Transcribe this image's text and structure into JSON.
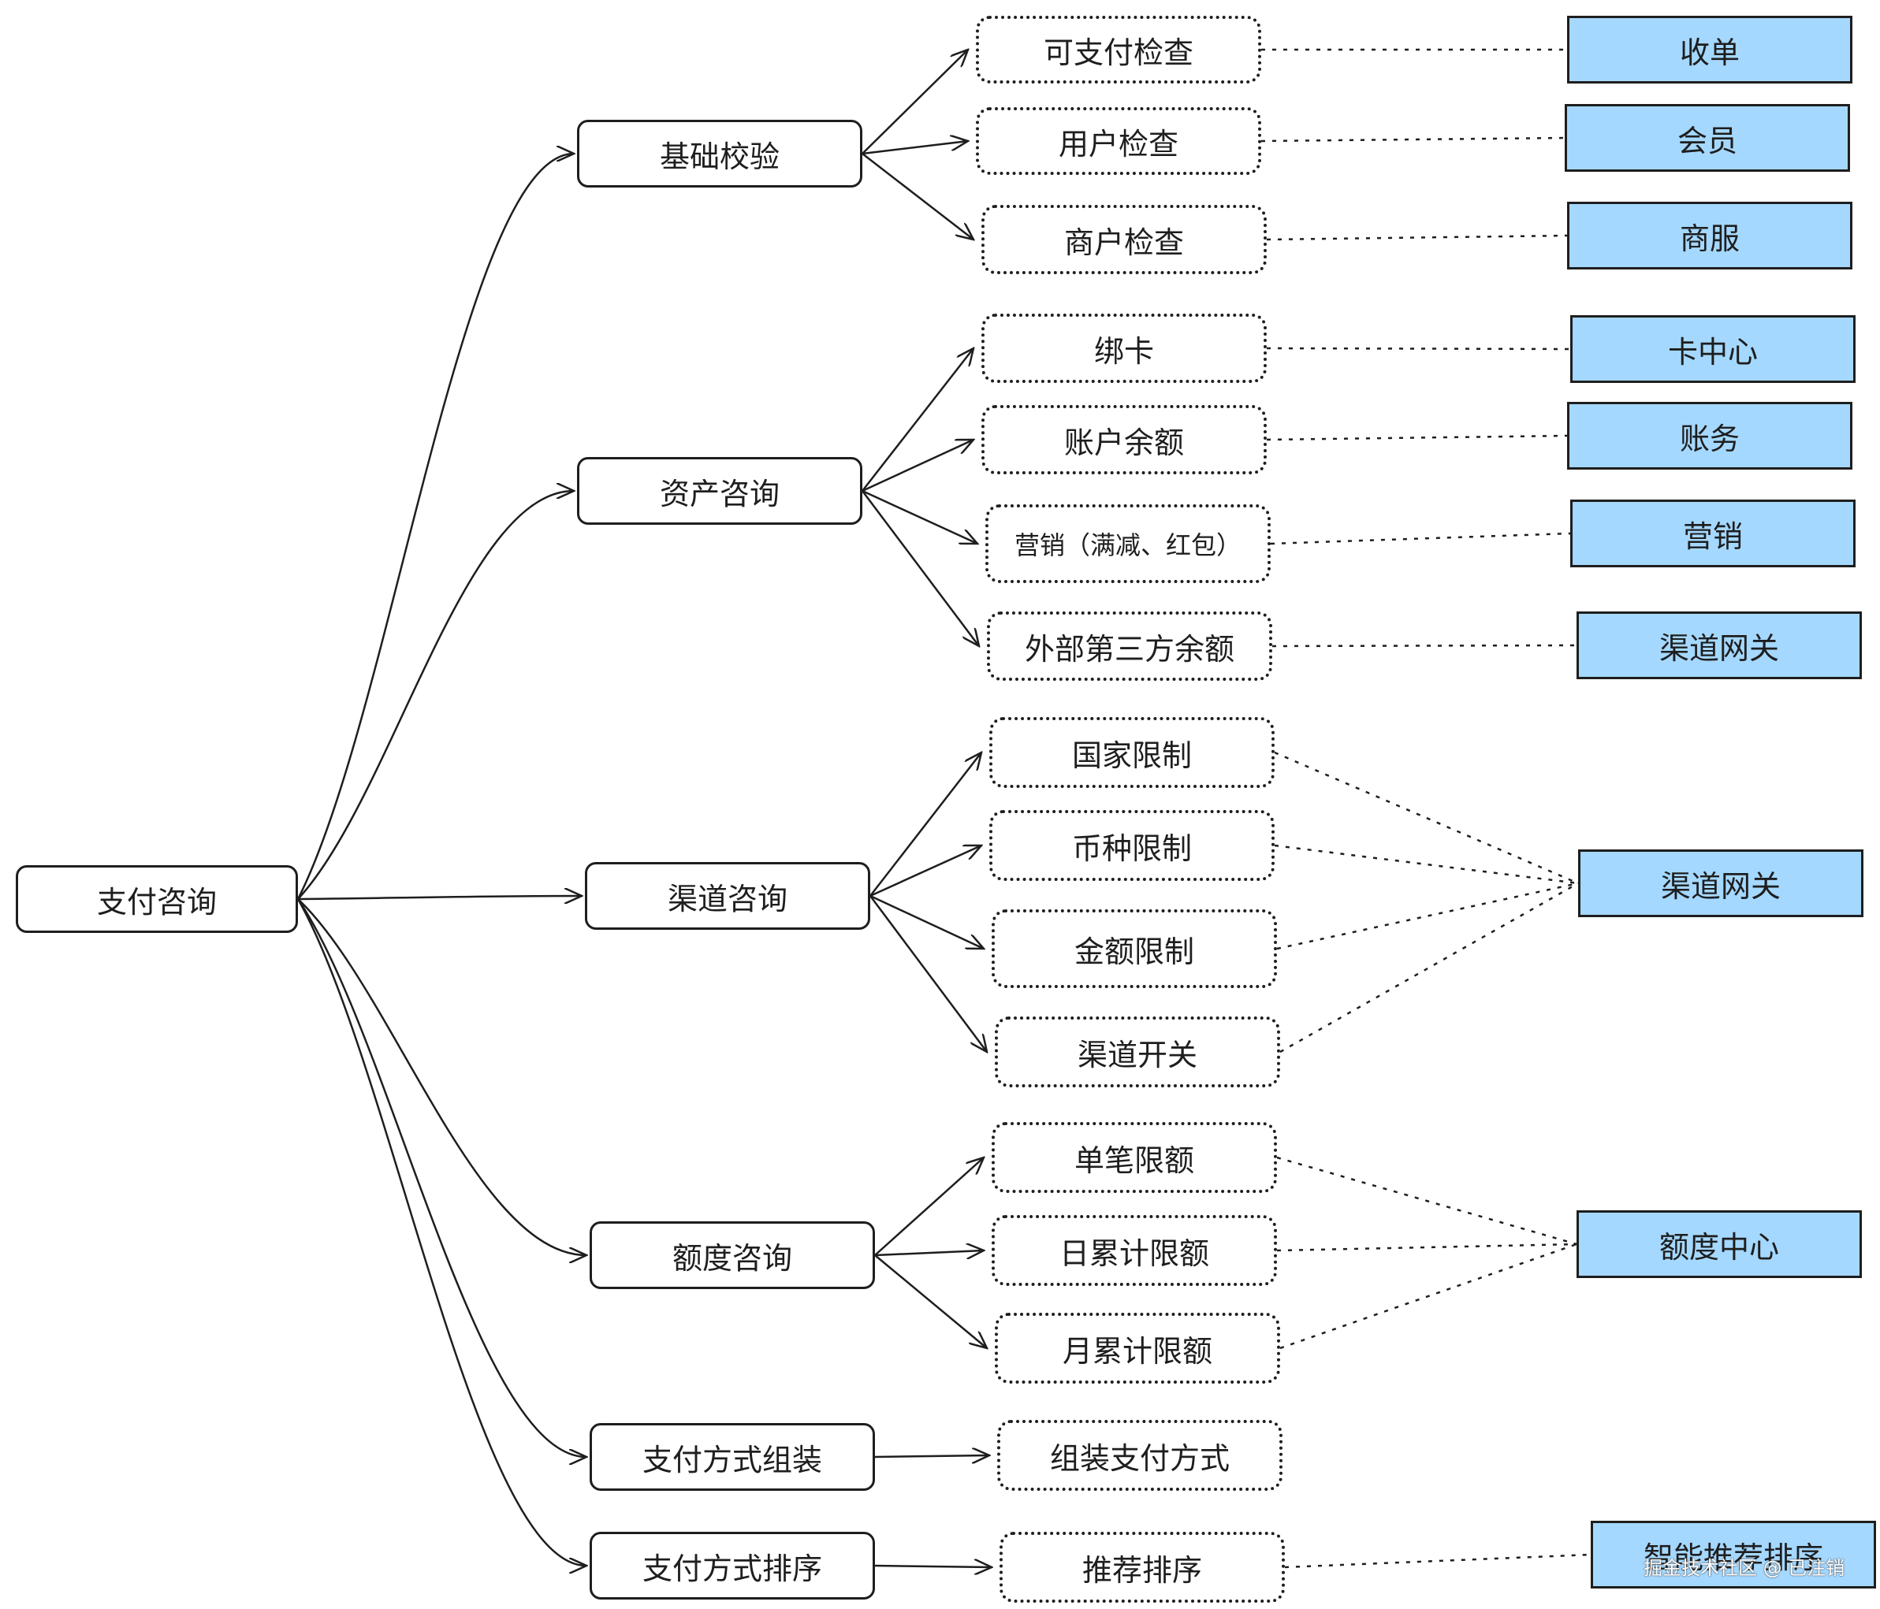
{
  "root": {
    "label": "支付咨询"
  },
  "groups": [
    {
      "label": "基础校验",
      "children": [
        {
          "label": "可支付检查",
          "service": "收单"
        },
        {
          "label": "用户检查",
          "service": "会员"
        },
        {
          "label": "商户检查",
          "service": "商服"
        }
      ]
    },
    {
      "label": "资产咨询",
      "children": [
        {
          "label": "绑卡",
          "service": "卡中心"
        },
        {
          "label": "账户余额",
          "service": "账务"
        },
        {
          "label": "营销（满减、红包）",
          "service": "营销"
        },
        {
          "label": "外部第三方余额",
          "service": "渠道网关"
        }
      ]
    },
    {
      "label": "渠道咨询",
      "children": [
        {
          "label": "国家限制"
        },
        {
          "label": "币种限制"
        },
        {
          "label": "金额限制"
        },
        {
          "label": "渠道开关"
        }
      ],
      "shared_service": "渠道网关"
    },
    {
      "label": "额度咨询",
      "children": [
        {
          "label": "单笔限额"
        },
        {
          "label": "日累计限额"
        },
        {
          "label": "月累计限额"
        }
      ],
      "shared_service": "额度中心"
    },
    {
      "label": "支付方式组装",
      "children": [
        {
          "label": "组装支付方式"
        }
      ]
    },
    {
      "label": "支付方式排序",
      "children": [
        {
          "label": "推荐排序",
          "service": "智能推荐排序"
        }
      ]
    }
  ],
  "watermark": "掘金技术社区 @ 已注销",
  "colors": {
    "service_fill": "#a5d8ff",
    "stroke": "#1e1e1e",
    "background": "#ffffff"
  }
}
